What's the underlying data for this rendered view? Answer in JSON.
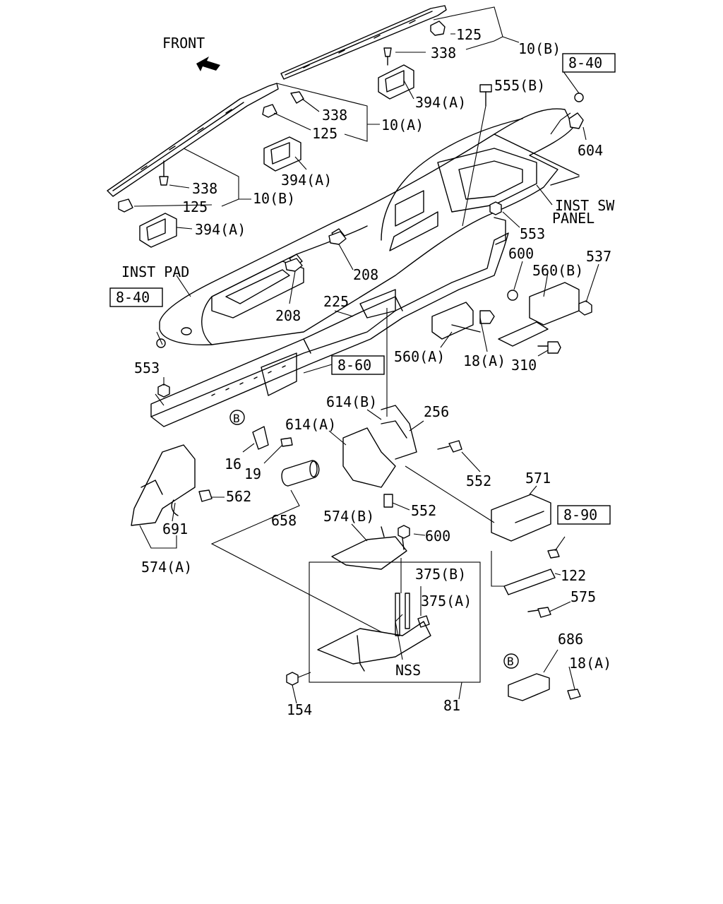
{
  "labels": {
    "front": "FRONT",
    "inst_pad": "INST PAD",
    "inst_sw": "INST SW",
    "panel": "PANEL",
    "p125_top": "125",
    "p338_top": "338",
    "p10b_top": "10(B)",
    "p394a_top": "394(A)",
    "p338_mid": "338",
    "p10a": "10(A)",
    "p125_mid": "125",
    "p394a_mid": "394(A)",
    "p338_low": "338",
    "p10b_low": "10(B)",
    "p125_low": "125",
    "p394a_low": "394(A)",
    "p555b": "555(B)",
    "p604": "604",
    "p553_right": "553",
    "p600_right": "600",
    "p560b": "560(B)",
    "p537": "537",
    "p208_upper": "208",
    "p208_lower": "208",
    "p225": "225",
    "p560a": "560(A)",
    "p18a_mid": "18(A)",
    "p310": "310",
    "p553_left": "553",
    "b_mark_left": "B",
    "p614b": "614(B)",
    "p256": "256",
    "p614a": "614(A)",
    "p16": "16",
    "p19": "19",
    "p552_upper": "552",
    "p562": "562",
    "p691": "691",
    "p574a": "574(A)",
    "p658": "658",
    "p574b": "574(B)",
    "p552_lower": "552",
    "p600_lower": "600",
    "p571": "571",
    "p375b": "375(B)",
    "p375a": "375(A)",
    "p122": "122",
    "p575": "575",
    "nss": "NSS",
    "p154": "154",
    "p81": "81",
    "p686": "686",
    "b_mark_right": "B",
    "p18a_low": "18(A)"
  },
  "refs": {
    "ref_top": "8-40",
    "ref_left": "8-40",
    "ref_mid": "8-60",
    "ref_right": "8-90"
  }
}
